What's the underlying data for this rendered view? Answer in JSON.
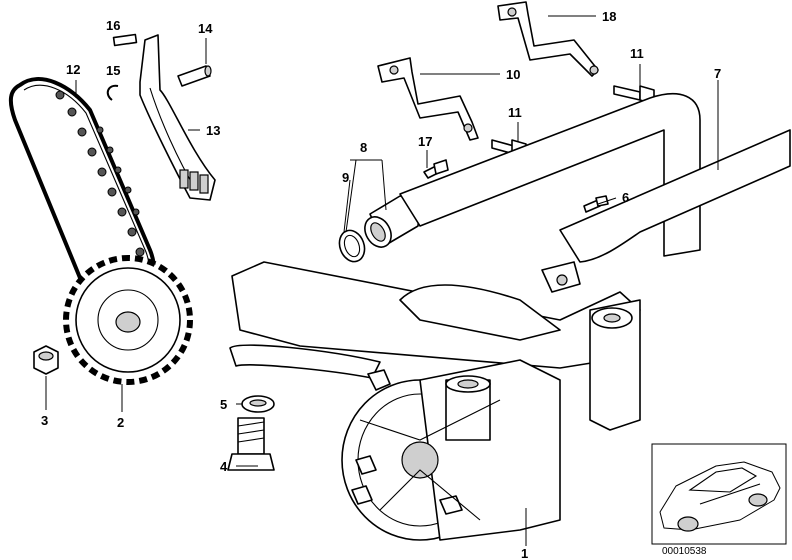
{
  "document_number": "00010538",
  "callouts": {
    "c1": "1",
    "c2": "2",
    "c3": "3",
    "c4": "4",
    "c5": "5",
    "c6": "6",
    "c7": "7",
    "c8": "8",
    "c9": "9",
    "c10": "10",
    "c11a": "11",
    "c11b": "11",
    "c12": "12",
    "c13": "13",
    "c14": "14",
    "c15": "15",
    "c16": "16",
    "c17": "17",
    "c18": "18"
  },
  "icons": {
    "car_thumbnail": "car-sedan-icon"
  }
}
